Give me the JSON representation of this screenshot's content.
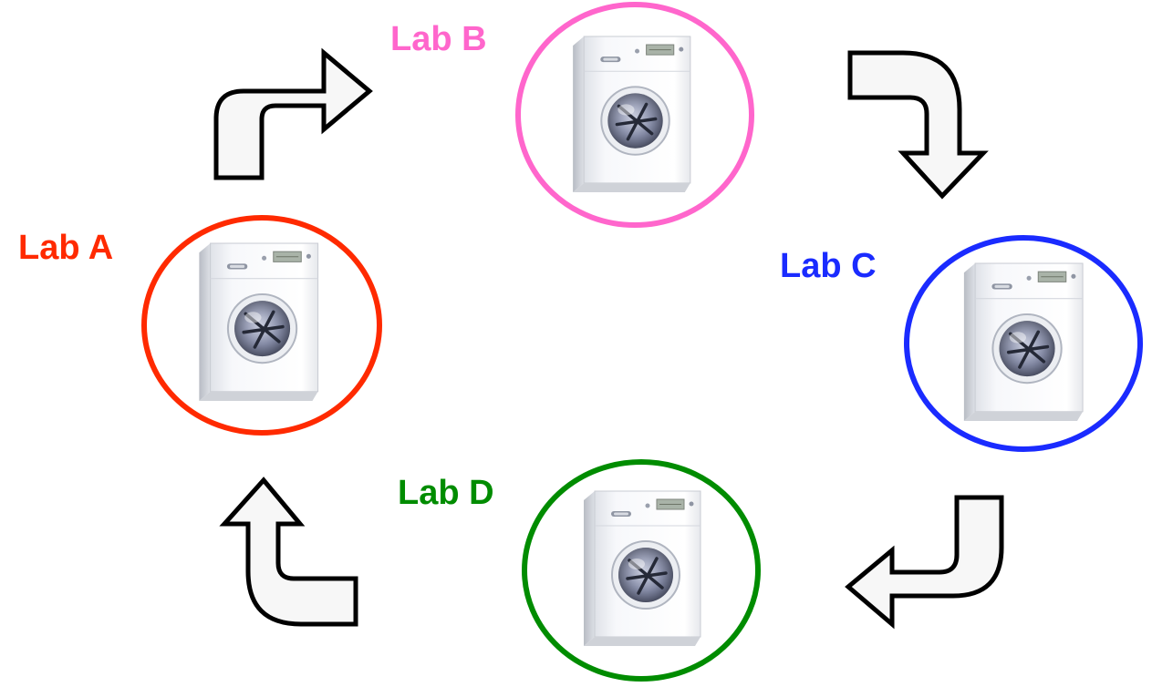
{
  "labs": [
    {
      "id": "a",
      "label": "Lab A",
      "color": "#ff2a00"
    },
    {
      "id": "b",
      "label": "Lab B",
      "color": "#ff66cc"
    },
    {
      "id": "c",
      "label": "Lab C",
      "color": "#1a2bff"
    },
    {
      "id": "d",
      "label": "Lab D",
      "color": "#008c00"
    }
  ],
  "icons": {
    "device": "washing-machine-icon",
    "arrow": "curved-arrow-icon"
  },
  "arrow_style": {
    "fill": "#f7f7f7",
    "stroke": "#000000"
  },
  "flow_order": [
    "Lab A",
    "Lab B",
    "Lab C",
    "Lab D"
  ]
}
